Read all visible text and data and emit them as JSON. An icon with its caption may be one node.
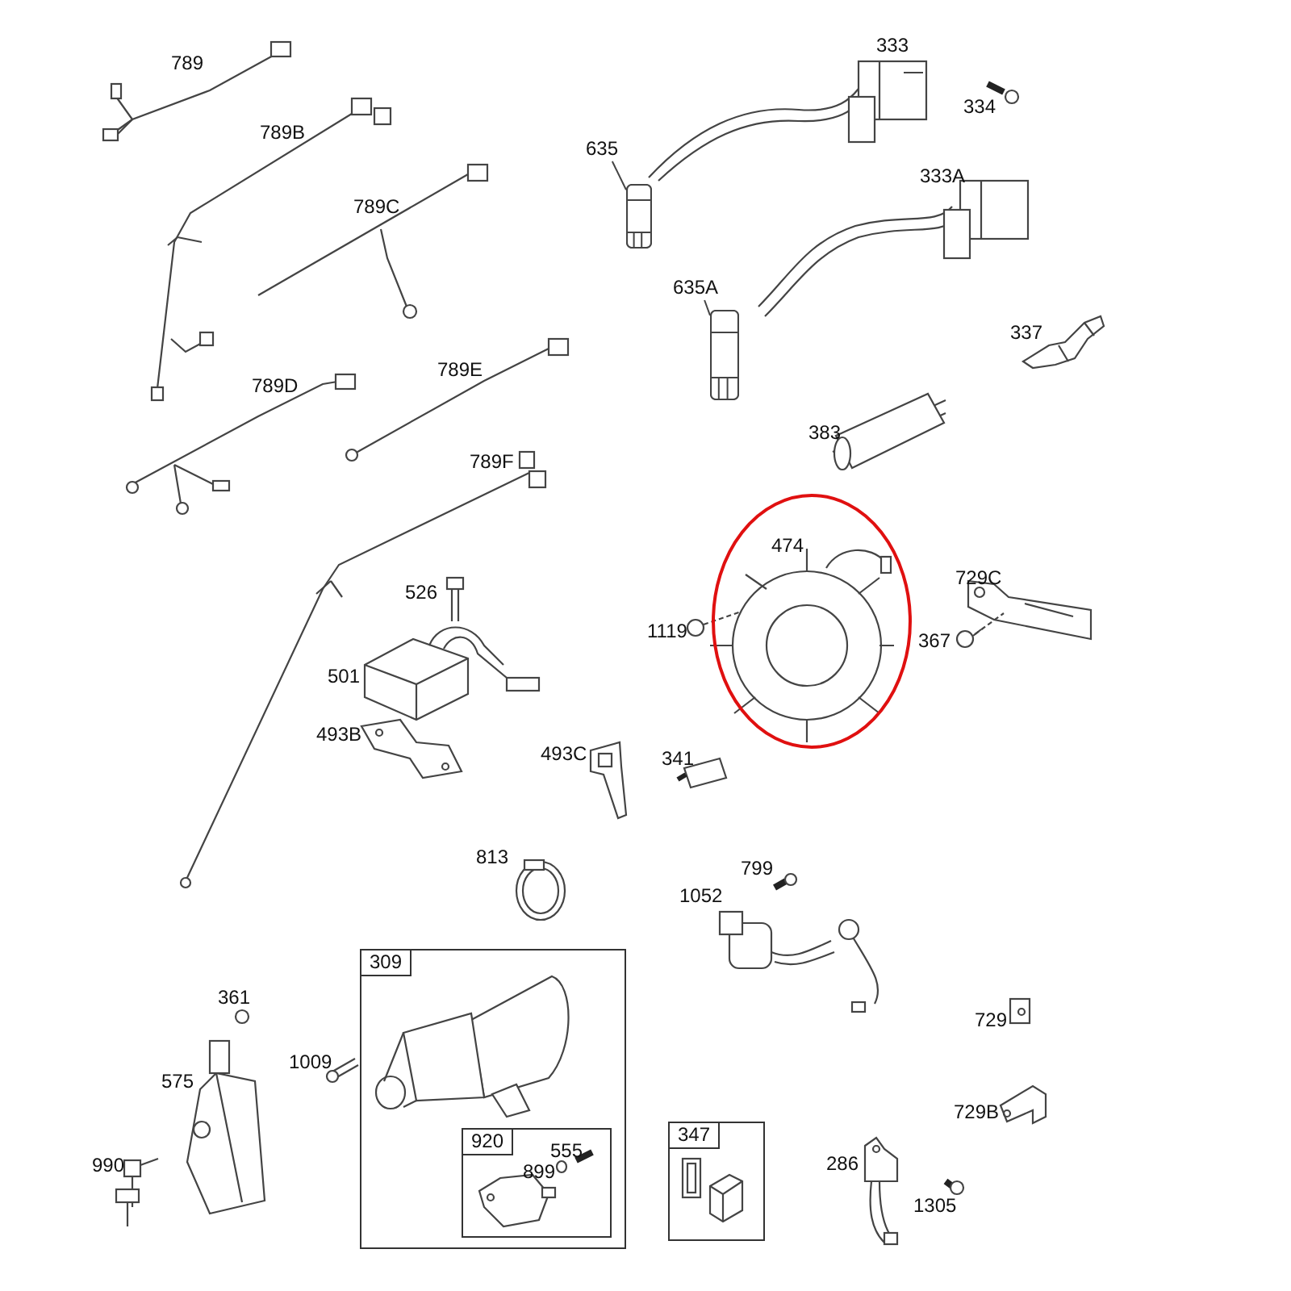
{
  "diagram": {
    "nodes": [
      {
        "text": [
          "309"
        ]
      },
      {
        "text": [
          "920"
        ],
        "in": 0
      },
      {
        "text": [
          "347"
        ]
      },
      {
        "text": [
          "474"
        ]
      },
      {
        "text": [
          "635"
        ]
      },
      {
        "text": [],
        "shape": "picture"
      },
      {
        "text": [
          "635A"
        ]
      },
      {
        "text": [],
        "shape": "picture"
      }
    ],
    "edges": [
      {
        "from": 4,
        "to": 5,
        "arrow": "none"
      },
      {
        "from": 6,
        "to": 7,
        "arrow": "none"
      }
    ],
    "labels": [
      "789",
      "333",
      "334",
      "789B",
      "789C",
      "333A",
      "337",
      "789D",
      "789E",
      "383",
      "789F",
      "729C",
      "526",
      "1119",
      "367",
      "501",
      "493B",
      "493C",
      "341",
      "813",
      "799",
      "1052",
      "361",
      "1009",
      "575",
      "555",
      "899",
      "729",
      "729B",
      "990",
      "286",
      "1305"
    ]
  }
}
